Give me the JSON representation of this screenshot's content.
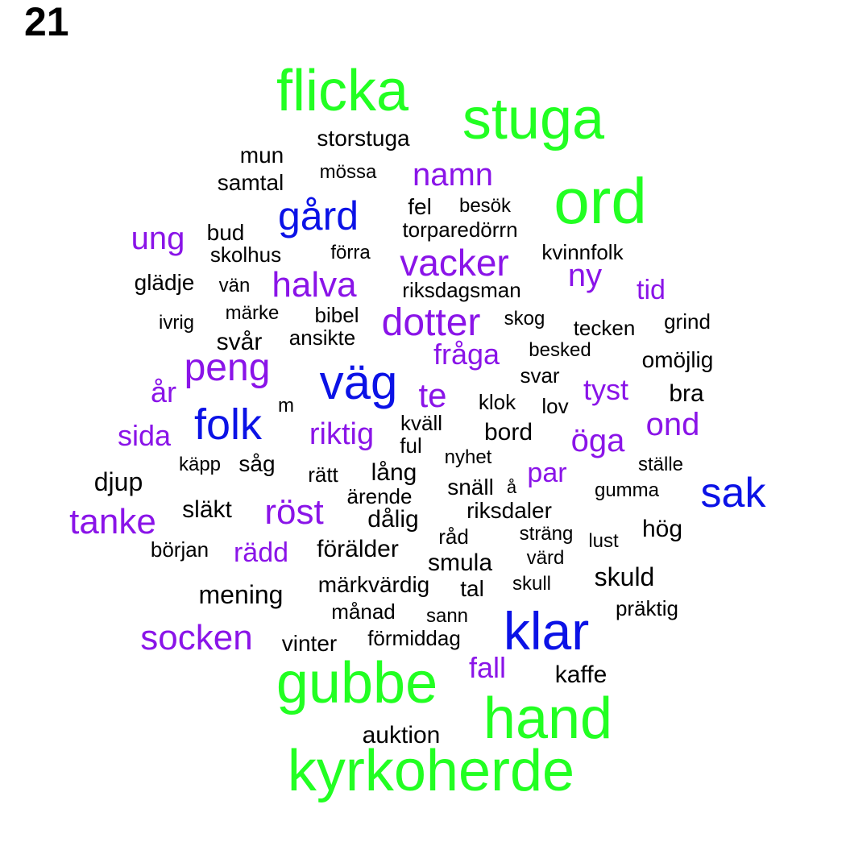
{
  "panel_number": "21",
  "colors": {
    "green": "#22ff22",
    "blue": "#0b12e6",
    "purple": "#8a14e8",
    "black": "#000000"
  },
  "words": [
    {
      "text": "flicka",
      "color": "green"
    },
    {
      "text": "stuga",
      "color": "green"
    },
    {
      "text": "ord",
      "color": "green"
    },
    {
      "text": "gubbe",
      "color": "green"
    },
    {
      "text": "hand",
      "color": "green"
    },
    {
      "text": "kyrkoherde",
      "color": "green"
    },
    {
      "text": "gård",
      "color": "blue"
    },
    {
      "text": "väg",
      "color": "blue"
    },
    {
      "text": "folk",
      "color": "blue"
    },
    {
      "text": "sak",
      "color": "blue"
    },
    {
      "text": "klar",
      "color": "blue"
    },
    {
      "text": "namn",
      "color": "purple"
    },
    {
      "text": "ung",
      "color": "purple"
    },
    {
      "text": "vacker",
      "color": "purple"
    },
    {
      "text": "ny",
      "color": "purple"
    },
    {
      "text": "halva",
      "color": "purple"
    },
    {
      "text": "tid",
      "color": "purple"
    },
    {
      "text": "dotter",
      "color": "purple"
    },
    {
      "text": "fråga",
      "color": "purple"
    },
    {
      "text": "peng",
      "color": "purple"
    },
    {
      "text": "år",
      "color": "purple"
    },
    {
      "text": "te",
      "color": "purple"
    },
    {
      "text": "tyst",
      "color": "purple"
    },
    {
      "text": "ond",
      "color": "purple"
    },
    {
      "text": "sida",
      "color": "purple"
    },
    {
      "text": "riktig",
      "color": "purple"
    },
    {
      "text": "öga",
      "color": "purple"
    },
    {
      "text": "par",
      "color": "purple"
    },
    {
      "text": "tanke",
      "color": "purple"
    },
    {
      "text": "röst",
      "color": "purple"
    },
    {
      "text": "rädd",
      "color": "purple"
    },
    {
      "text": "socken",
      "color": "purple"
    },
    {
      "text": "fall",
      "color": "purple"
    },
    {
      "text": "storstuga",
      "color": "black"
    },
    {
      "text": "mun",
      "color": "black"
    },
    {
      "text": "mössa",
      "color": "black"
    },
    {
      "text": "samtal",
      "color": "black"
    },
    {
      "text": "fel",
      "color": "black"
    },
    {
      "text": "besök",
      "color": "black"
    },
    {
      "text": "bud",
      "color": "black"
    },
    {
      "text": "torparedörrn",
      "color": "black"
    },
    {
      "text": "skolhus",
      "color": "black"
    },
    {
      "text": "förra",
      "color": "black"
    },
    {
      "text": "kvinnfolk",
      "color": "black"
    },
    {
      "text": "glädje",
      "color": "black"
    },
    {
      "text": "vän",
      "color": "black"
    },
    {
      "text": "riksdagsman",
      "color": "black"
    },
    {
      "text": "märke",
      "color": "black"
    },
    {
      "text": "bibel",
      "color": "black"
    },
    {
      "text": "ivrig",
      "color": "black"
    },
    {
      "text": "skog",
      "color": "black"
    },
    {
      "text": "grind",
      "color": "black"
    },
    {
      "text": "tecken",
      "color": "black"
    },
    {
      "text": "svår",
      "color": "black"
    },
    {
      "text": "ansikte",
      "color": "black"
    },
    {
      "text": "besked",
      "color": "black"
    },
    {
      "text": "omöjlig",
      "color": "black"
    },
    {
      "text": "svar",
      "color": "black"
    },
    {
      "text": "bra",
      "color": "black"
    },
    {
      "text": "m",
      "color": "black"
    },
    {
      "text": "klok",
      "color": "black"
    },
    {
      "text": "lov",
      "color": "black"
    },
    {
      "text": "kväll",
      "color": "black"
    },
    {
      "text": "bord",
      "color": "black"
    },
    {
      "text": "ful",
      "color": "black"
    },
    {
      "text": "nyhet",
      "color": "black"
    },
    {
      "text": "käpp",
      "color": "black"
    },
    {
      "text": "såg",
      "color": "black"
    },
    {
      "text": "rätt",
      "color": "black"
    },
    {
      "text": "ställe",
      "color": "black"
    },
    {
      "text": "lång",
      "color": "black"
    },
    {
      "text": "djup",
      "color": "black"
    },
    {
      "text": "snäll",
      "color": "black"
    },
    {
      "text": "å",
      "color": "black"
    },
    {
      "text": "gumma",
      "color": "black"
    },
    {
      "text": "ärende",
      "color": "black"
    },
    {
      "text": "släkt",
      "color": "black"
    },
    {
      "text": "riksdaler",
      "color": "black"
    },
    {
      "text": "dålig",
      "color": "black"
    },
    {
      "text": "hög",
      "color": "black"
    },
    {
      "text": "råd",
      "color": "black"
    },
    {
      "text": "sträng",
      "color": "black"
    },
    {
      "text": "lust",
      "color": "black"
    },
    {
      "text": "början",
      "color": "black"
    },
    {
      "text": "förälder",
      "color": "black"
    },
    {
      "text": "smula",
      "color": "black"
    },
    {
      "text": "värd",
      "color": "black"
    },
    {
      "text": "skuld",
      "color": "black"
    },
    {
      "text": "mening",
      "color": "black"
    },
    {
      "text": "märkvärdig",
      "color": "black"
    },
    {
      "text": "tal",
      "color": "black"
    },
    {
      "text": "skull",
      "color": "black"
    },
    {
      "text": "månad",
      "color": "black"
    },
    {
      "text": "sann",
      "color": "black"
    },
    {
      "text": "präktig",
      "color": "black"
    },
    {
      "text": "vinter",
      "color": "black"
    },
    {
      "text": "förmiddag",
      "color": "black"
    },
    {
      "text": "kaffe",
      "color": "black"
    },
    {
      "text": "auktion",
      "color": "black"
    }
  ]
}
